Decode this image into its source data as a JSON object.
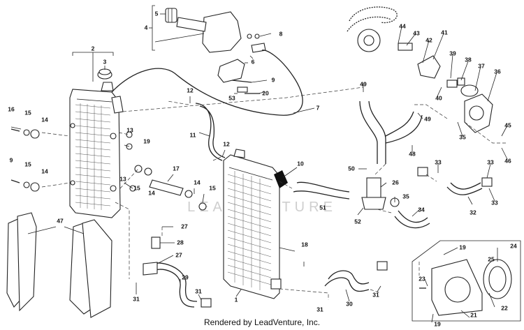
{
  "footer": {
    "text": "Rendered by LeadVenture, Inc."
  },
  "watermark": {
    "text": "LEADVENTURE"
  },
  "callouts": {
    "c1": "1",
    "c2": "2",
    "c3": "3",
    "c4": "4",
    "c5": "5",
    "c6": "6",
    "c7": "7",
    "c8": "8",
    "c9": "9",
    "c10": "10",
    "c11": "11",
    "c12": "12",
    "c13": "13",
    "c14": "14",
    "c15": "15",
    "c16": "16",
    "c17": "17",
    "c18": "18",
    "c19": "19",
    "c20": "20",
    "c21": "21",
    "c22": "22",
    "c23": "23",
    "c24": "24",
    "c25": "25",
    "c26": "26",
    "c27": "27",
    "c28": "28",
    "c29": "29",
    "c30": "30",
    "c31": "31",
    "c32": "32",
    "c33": "33",
    "c34": "34",
    "c35": "35",
    "c36": "36",
    "c37": "37",
    "c38": "38",
    "c39": "39",
    "c40": "40",
    "c41": "41",
    "c42": "42",
    "c43": "43",
    "c44": "44",
    "c45": "45",
    "c46": "46",
    "c47": "47",
    "c48": "48",
    "c49": "49",
    "c50": "50",
    "c51": "51",
    "c52": "52",
    "c53": "53"
  }
}
